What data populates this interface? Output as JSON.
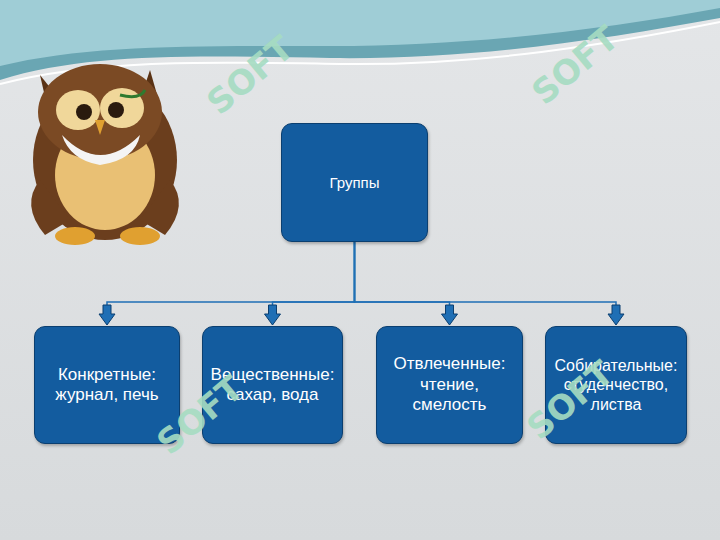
{
  "diagram": {
    "nodes": [
      {
        "text": [
          "Группы"
        ]
      },
      {
        "text": [
          "Конкретные: журнал, печь"
        ]
      },
      {
        "text": [
          "Вещественные: сахар, вода"
        ]
      },
      {
        "text": [
          "Отвлеченные: чтение, смелость"
        ]
      },
      {
        "text": [
          "Собирательные: студенчество, листва"
        ]
      }
    ],
    "edges": [
      {
        "from": 0,
        "to": 1,
        "arrow": "to"
      },
      {
        "from": 0,
        "to": 2,
        "arrow": "to"
      },
      {
        "from": 0,
        "to": 3,
        "arrow": "to"
      },
      {
        "from": 0,
        "to": 4,
        "arrow": "to"
      }
    ],
    "labels": [
      "SOFT",
      "SOFT",
      "SOFT",
      "SOFT"
    ]
  }
}
